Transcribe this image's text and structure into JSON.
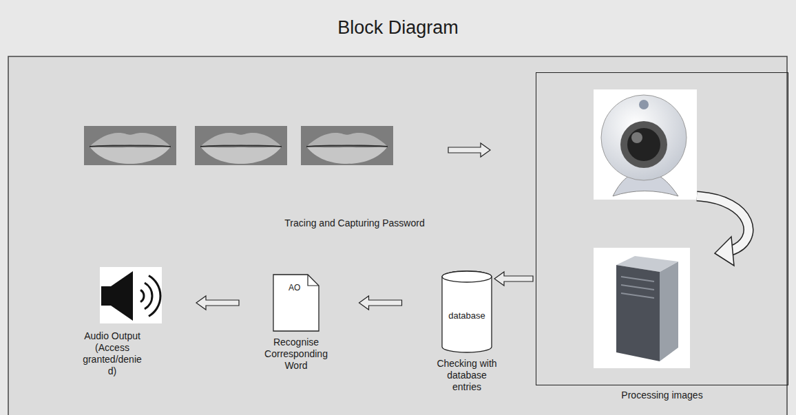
{
  "diagram": {
    "title": "Block Diagram",
    "nodes": [
      {
        "text": [
          "Processing images"
        ]
      },
      {
        "text": [
          "database",
          "Checking with database entries"
        ]
      },
      {
        "text": [
          "AO",
          "Recognise Corresponding Word"
        ]
      },
      {
        "text": [
          "Audio Output (Access granted/denie d)"
        ]
      }
    ],
    "edges": [
      {
        "from": 0,
        "to": 1,
        "arrow": "to"
      },
      {
        "from": 1,
        "to": 2,
        "arrow": "to"
      },
      {
        "from": 2,
        "to": 3,
        "arrow": "to"
      }
    ],
    "labels": [
      "Tracing and Capturing Password"
    ]
  }
}
